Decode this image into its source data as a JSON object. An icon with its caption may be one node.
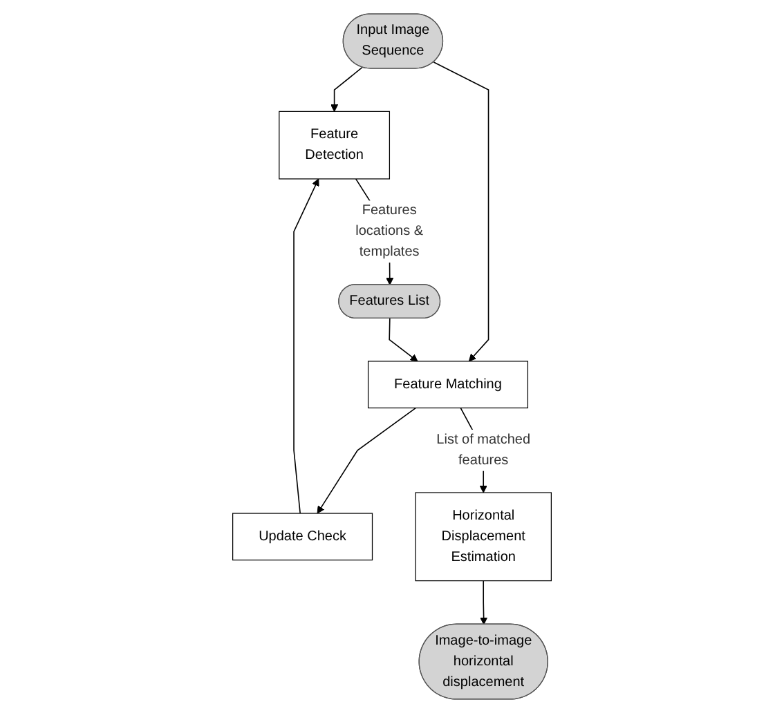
{
  "diagram": {
    "nodes": [
      {
        "text": [
          "Input Image Sequence"
        ]
      },
      {
        "text": [
          "Feature Detection"
        ]
      },
      {
        "text": [
          "Features List"
        ]
      },
      {
        "text": [
          "Feature Matching"
        ]
      },
      {
        "text": [
          "Update Check"
        ]
      },
      {
        "text": [
          "Horizontal Displacement Estimation"
        ]
      },
      {
        "text": [
          "Image-to-image horizontal displacement"
        ]
      }
    ],
    "edges": [
      {
        "from": 0,
        "to": 1,
        "arrow": "to"
      },
      {
        "from": 0,
        "to": 3,
        "arrow": "to"
      },
      {
        "from": 1,
        "to": 2,
        "arrow": "to",
        "label": "Features locations & templates"
      },
      {
        "from": 2,
        "to": 3,
        "arrow": "to"
      },
      {
        "from": 3,
        "to": 4,
        "arrow": "to"
      },
      {
        "from": 4,
        "to": 1,
        "arrow": "to"
      },
      {
        "from": 3,
        "to": 5,
        "arrow": "to",
        "label": "List of matched features"
      },
      {
        "from": 5,
        "to": 6,
        "arrow": "to"
      }
    ]
  }
}
